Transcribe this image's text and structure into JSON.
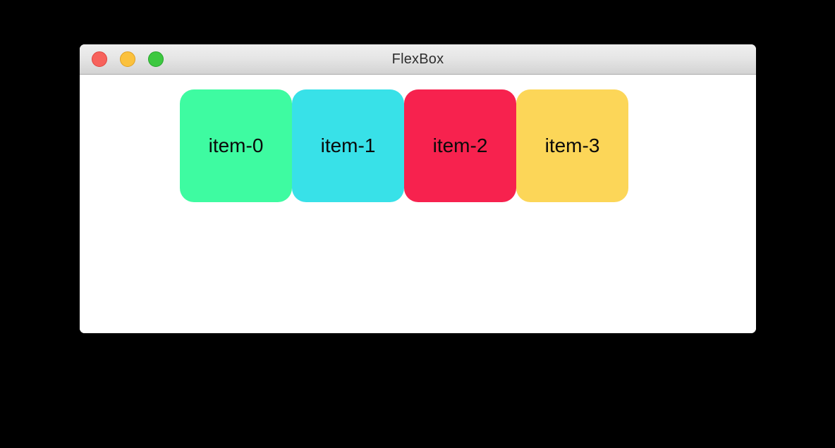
{
  "window": {
    "title": "FlexBox",
    "traffic_lights": [
      {
        "name": "close",
        "color": "#F7625C",
        "border": "#E0443E"
      },
      {
        "name": "minimize",
        "color": "#FBC13D",
        "border": "#DFA023"
      },
      {
        "name": "zoom",
        "color": "#3DC840",
        "border": "#27A42C"
      }
    ]
  },
  "items": [
    {
      "label": "item-0",
      "color": "#3EFBA1"
    },
    {
      "label": "item-1",
      "color": "#38E1E8"
    },
    {
      "label": "item-2",
      "color": "#F7224E"
    },
    {
      "label": "item-3",
      "color": "#FCD658"
    }
  ],
  "item_text_color": "#0A0A0A"
}
